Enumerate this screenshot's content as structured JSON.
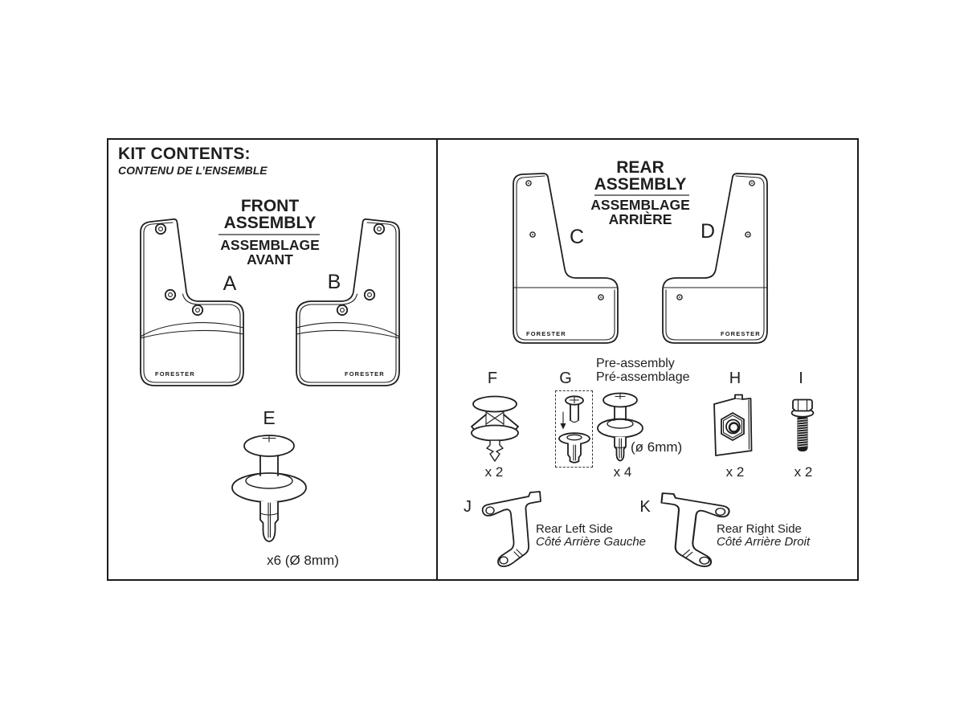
{
  "header": {
    "title": "KIT CONTENTS:",
    "subtitle": "CONTENU DE L’ENSEMBLE"
  },
  "front_assembly": {
    "title_line1": "FRONT",
    "title_line2": "ASSEMBLY",
    "subtitle_line1": "ASSEMBLAGE",
    "subtitle_line2": "AVANT"
  },
  "rear_assembly": {
    "title_line1": "REAR",
    "title_line2": "ASSEMBLY",
    "subtitle_line1": "ASSEMBLAGE",
    "subtitle_line2": "ARRIÈRE"
  },
  "brand": {
    "logo": "FORESTER"
  },
  "parts": {
    "a": {
      "letter": "A"
    },
    "b": {
      "letter": "B"
    },
    "c": {
      "letter": "C"
    },
    "d": {
      "letter": "D"
    },
    "e": {
      "letter": "E",
      "qty": "x6 (Ø 8mm)"
    },
    "f": {
      "letter": "F",
      "qty": "x 2"
    },
    "g": {
      "letter": "G",
      "qty": "x 4",
      "diameter": "(ø 6mm)",
      "note_en": "Pre-assembly",
      "note_fr": "Pré-assemblage"
    },
    "h": {
      "letter": "H",
      "qty": "x 2"
    },
    "i": {
      "letter": "I",
      "qty": "x 2"
    },
    "j": {
      "letter": "J",
      "side_en": "Rear Left Side",
      "side_fr": "Côté Arrière Gauche"
    },
    "k": {
      "letter": "K",
      "side_en": "Rear Right Side",
      "side_fr": "Côté Arrière Droit"
    }
  }
}
